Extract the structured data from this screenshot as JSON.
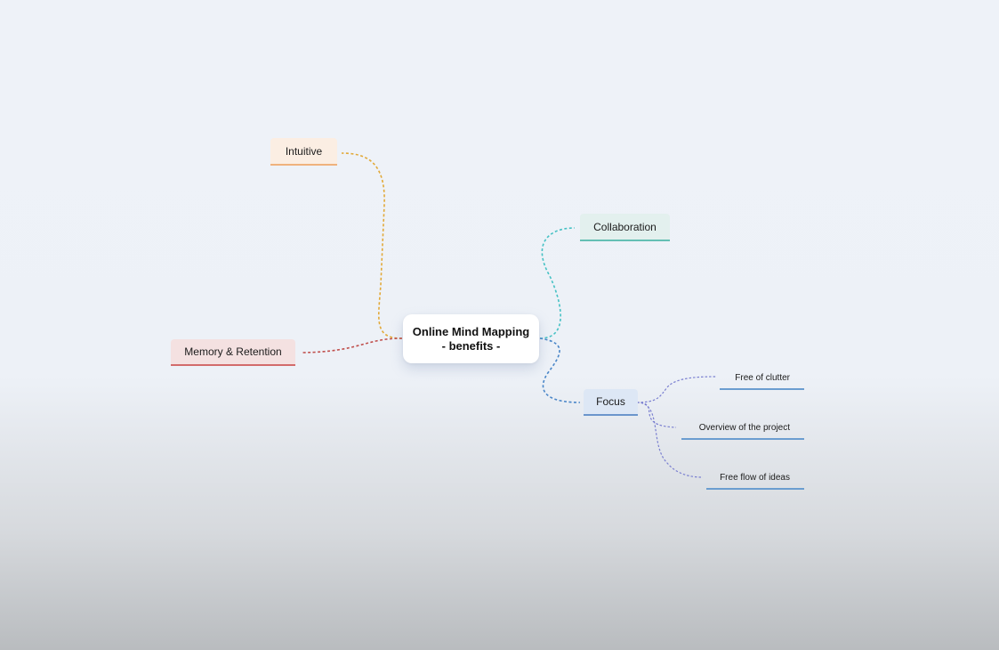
{
  "root": {
    "line1": "Online Mind Mapping",
    "line2": "- benefits -"
  },
  "branches": {
    "intuitive": "Intuitive",
    "memory": "Memory & Retention",
    "collaboration": "Collaboration",
    "focus": "Focus"
  },
  "focus_children": {
    "clutter": "Free of clutter",
    "overview": "Overview of the project",
    "flow": "Free flow of ideas"
  },
  "colors": {
    "intuitive": "#e2a938",
    "memory": "#c0504d",
    "collaboration": "#46c1c4",
    "focus": "#4a86c8",
    "focus_leaves": "#7a7fd0"
  }
}
